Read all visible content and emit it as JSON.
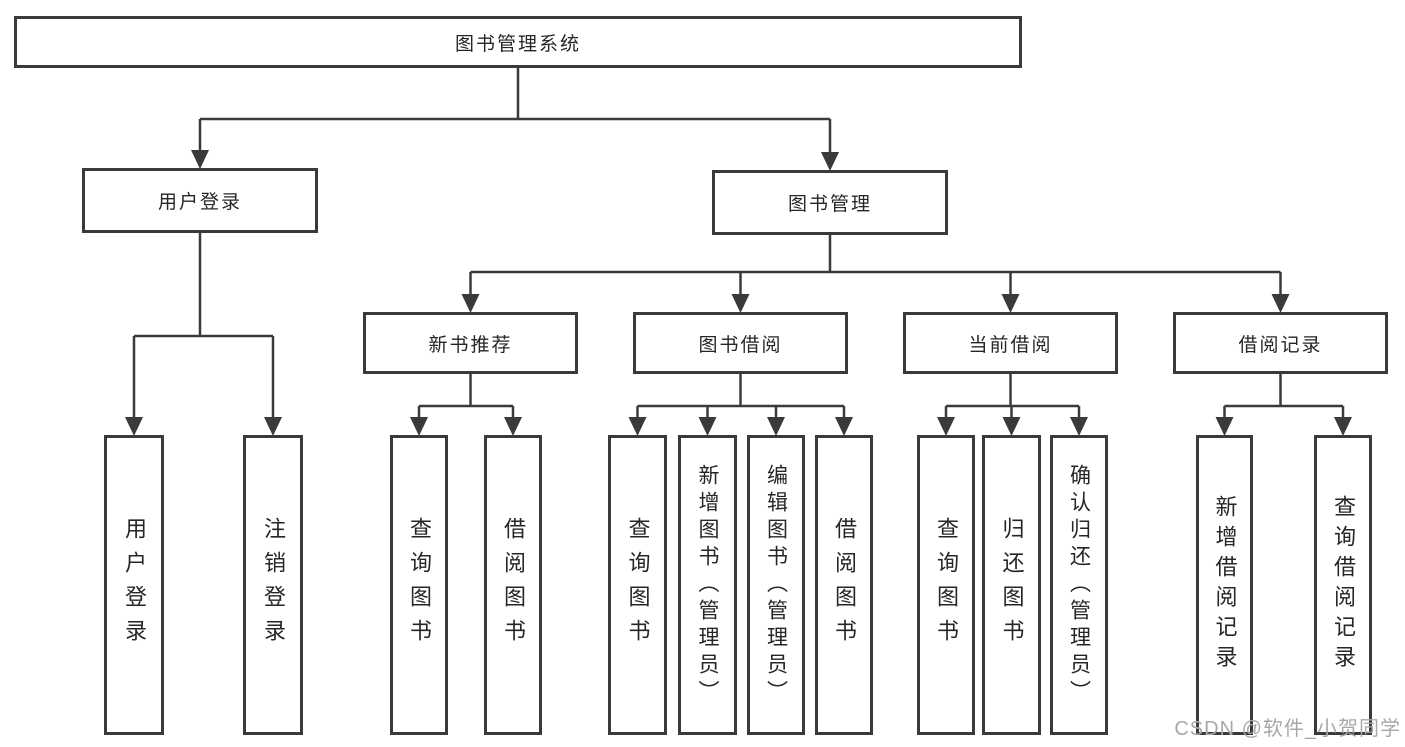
{
  "title": "图书管理系统",
  "level2": {
    "user_login": "用户登录",
    "book_management": "图书管理"
  },
  "level3": {
    "new_book_recommend": "新书推荐",
    "book_borrowing": "图书借阅",
    "current_borrowing": "当前借阅",
    "borrowing_records": "借阅记录"
  },
  "leaves": {
    "user_login": "用户登录",
    "logout": "注销登录",
    "recommend_query_books": "查询图书",
    "recommend_borrow_books": "借阅图书",
    "borrowing_query_books": "查询图书",
    "borrowing_add_books": "新增图书（管理员）",
    "borrowing_edit_books": "编辑图书（管理员）",
    "borrowing_borrow_books": "借阅图书",
    "current_query_books": "查询图书",
    "current_return_books": "归还图书",
    "current_confirm_return": "确认归还（管理员）",
    "records_add_record": "新增借阅记录",
    "records_query_record": "查询借阅记录"
  },
  "watermark": "CSDN @软件_小贺同学",
  "colors": {
    "line": "#3a3a3a",
    "box_border": "#3a3a3a",
    "text": "#262626",
    "watermark": "#a8a8a8",
    "background": "#ffffff"
  }
}
